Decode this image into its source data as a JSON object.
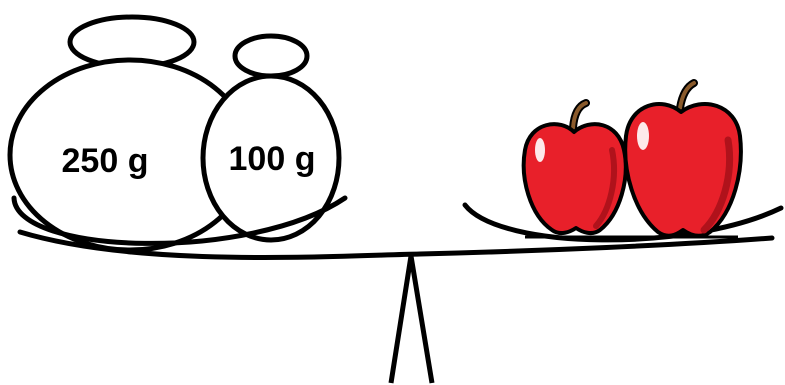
{
  "weights": [
    {
      "label": "250 g"
    },
    {
      "label": "100 g"
    }
  ],
  "right_pan": {
    "items": [
      "apple",
      "apple"
    ]
  },
  "colors": {
    "outline": "#000000",
    "apple_red": "#e8202a",
    "apple_dark": "#b0121b",
    "stem": "#8a5a2b",
    "highlight": "#ffffff"
  }
}
